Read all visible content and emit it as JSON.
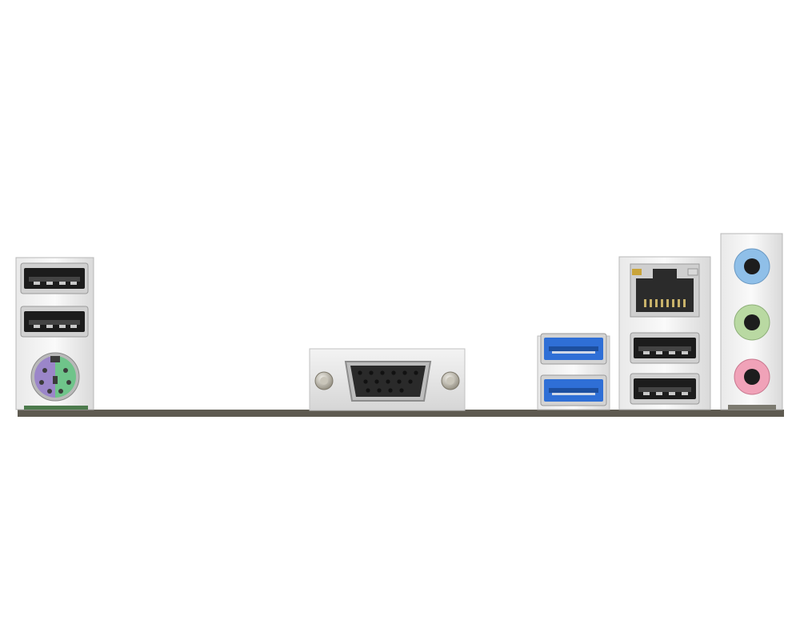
{
  "scene": {
    "description_visible_text": "",
    "background_color": "#ffffff",
    "pcb_color": "#5e5a50"
  },
  "ports": {
    "usb2_rear_left": {
      "count": 2,
      "color": "#1c1c1c"
    },
    "ps2_combo": {
      "keyboard_color": "#9b86c9",
      "mouse_color": "#6fc48a"
    },
    "vga": {
      "pins": 15,
      "color": "#2a2a2a"
    },
    "usb3": {
      "count": 2,
      "color": "#2f6fd6"
    },
    "lan": {
      "count": 1,
      "led_left_color": "#c9a43a",
      "led_right_color": "#d9d9d9"
    },
    "usb2_rear_right": {
      "count": 2,
      "color": "#1c1c1c"
    },
    "audio": {
      "jacks": [
        {
          "name": "line-in",
          "color": "#8fbfe8"
        },
        {
          "name": "line-out",
          "color": "#b9d9a2"
        },
        {
          "name": "mic-in",
          "color": "#f0a2b8"
        }
      ]
    }
  }
}
